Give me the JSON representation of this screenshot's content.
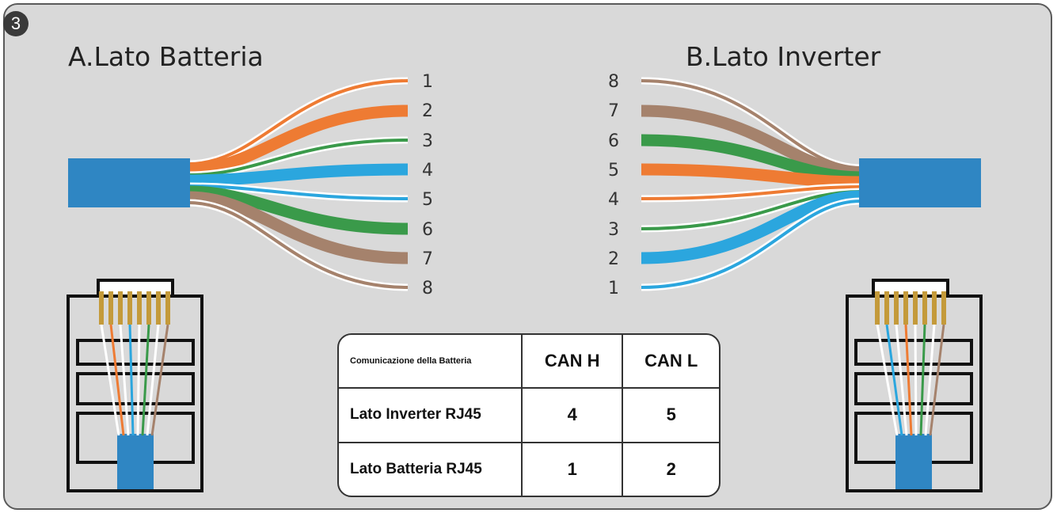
{
  "step_number": "3",
  "side_a": {
    "title": "A.Lato Batteria",
    "pin_labels": [
      "1",
      "2",
      "3",
      "4",
      "5",
      "6",
      "7",
      "8"
    ]
  },
  "side_b": {
    "title": "B.Lato Inverter",
    "pin_labels": [
      "8",
      "7",
      "6",
      "5",
      "4",
      "3",
      "2",
      "1"
    ]
  },
  "colors": {
    "cable_blue": "#2f86c3",
    "orange": "#ee7b33",
    "green": "#3a9a4a",
    "blue": "#2ba6de",
    "brown": "#a5826c",
    "background": "#d9d9d9"
  },
  "table": {
    "corner": "Comunicazione della Batteria",
    "col1": "CAN H",
    "col2": "CAN L",
    "rows": [
      {
        "label": "Lato Inverter RJ45",
        "can_h": "4",
        "can_l": "5"
      },
      {
        "label": "Lato Batteria RJ45",
        "can_h": "1",
        "can_l": "2"
      }
    ]
  }
}
